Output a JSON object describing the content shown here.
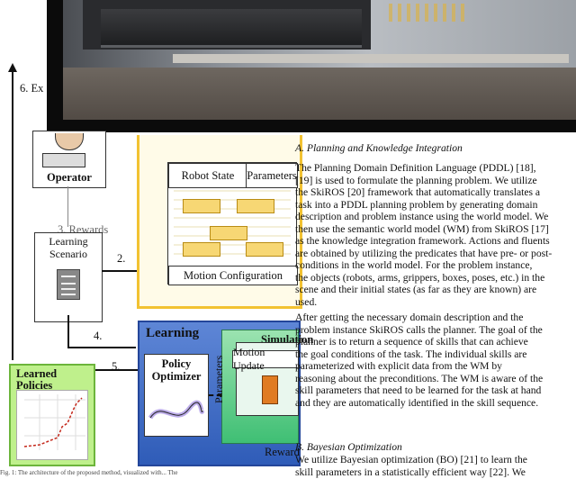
{
  "diagram": {
    "operator_label": "Operator",
    "step6": "6. Ex",
    "rewards": "3. Rewards",
    "learning_scenario": [
      "Learning",
      "Scenario"
    ],
    "step2": "2.",
    "step4": "4.",
    "step5": "5.",
    "robot_state": "Robot State",
    "parameters": "Parameters",
    "motion_configuration": "Motion Configuration",
    "learning": "Learning",
    "policy_optimizer": [
      "Policy",
      "Optimizer"
    ],
    "simulation": "Simulation",
    "motion_update": "Motion Update",
    "sim_parameters": "Parameters",
    "reward": "Reward",
    "learned_policies": [
      "Learned",
      "Policies"
    ]
  },
  "text": {
    "section_a": "A. Planning and Knowledge Integration",
    "para1": [
      "The Planning Domain Definition Language (PDDL) [18],",
      "[19] is used to formulate the planning problem. We utilize",
      "the SkiROS [20] framework that automatically translates a",
      "task into a PDDL planning problem by generating domain",
      "description and problem instance using the world model. We",
      "then use the semantic world model (WM) from SkiROS [17]",
      "as the knowledge integration framework. Actions and fluents",
      "are obtained by utilizing the predicates that have pre- or post-",
      "conditions in the world model. For the problem instance,",
      "the objects (robots, arms, grippers, boxes, poses, etc.) in the",
      "scene and their initial states (as far as they are known) are",
      "used."
    ],
    "para2": [
      "After getting the necessary domain description and the",
      "problem instance SkiROS calls the planner. The goal of the",
      "planner is to return a sequence of skills that can achieve",
      "the goal conditions of the task. The individual skills are",
      "parameterized with explicit data from the WM by",
      "reasoning about the preconditions. The WM is aware of the",
      "skill parameters that need to be learned for the task at hand",
      "and they are automatically identified in the skill sequence."
    ],
    "section_b": "B. Bayesian Optimization",
    "para3": [
      "We utilize Bayesian optimization (BO) [21] to learn the",
      "skill parameters in a statistically efficient way [22]. We"
    ],
    "caption": "Fig. 1: The architecture of the proposed method, visualized with... The"
  },
  "colors": {
    "yellow_border": "#f2c232",
    "learning_blue": "#3b68c4",
    "sim_green": "#4cc47e",
    "policies_green": "#bff08c"
  }
}
